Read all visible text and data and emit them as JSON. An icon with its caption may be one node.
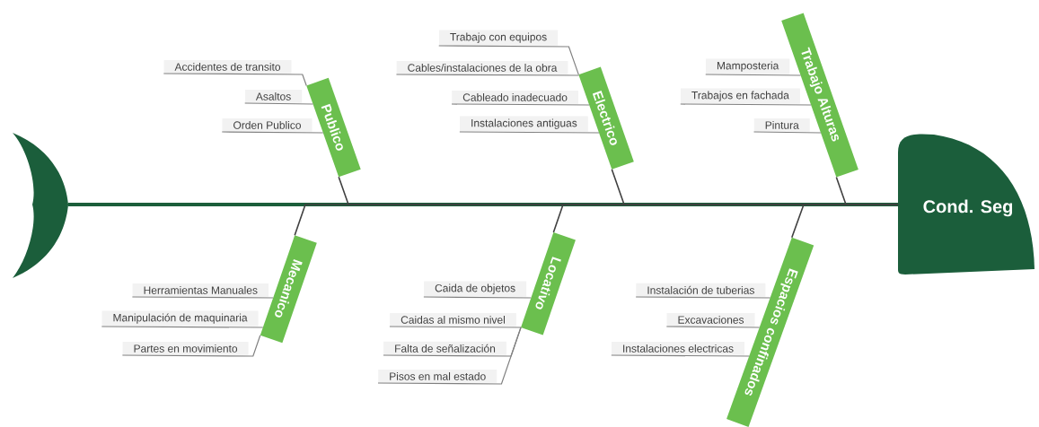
{
  "diagram": {
    "nodes": [
      {
        "text": [],
        "shape": "fin"
      },
      {
        "text": [
          "Publico"
        ]
      },
      {
        "text": [
          "Accidentes de transito"
        ]
      },
      {
        "text": [
          "Asaltos"
        ]
      },
      {
        "text": [
          "Orden Publico"
        ]
      },
      {
        "text": [
          "Electrico"
        ]
      },
      {
        "text": [
          "Trabajo con equipos"
        ]
      },
      {
        "text": [
          "Cables/instalaciones de la obra"
        ]
      },
      {
        "text": [
          "Cableado inadecuado"
        ]
      },
      {
        "text": [
          "Instalaciones antiguas"
        ]
      },
      {
        "text": [
          "Trabajo Alturas"
        ]
      },
      {
        "text": [
          "Mamposteria"
        ]
      },
      {
        "text": [
          "Trabajos en fachada"
        ]
      },
      {
        "text": [
          "Pintura"
        ]
      },
      {
        "text": [
          "Cond. Seg"
        ]
      },
      {
        "text": [
          "Mecanico"
        ]
      },
      {
        "text": [
          "Herramientas Manuales"
        ]
      },
      {
        "text": [
          "Manipulación de maquinaria"
        ]
      },
      {
        "text": [
          "Partes en movimiento"
        ]
      },
      {
        "text": [
          "Locativo"
        ]
      },
      {
        "text": [
          "Caida de objetos"
        ]
      },
      {
        "text": [
          "Caidas al mismo nivel"
        ]
      },
      {
        "text": [
          "Falta de señalización"
        ]
      },
      {
        "text": [
          "Pisos en mal estado"
        ]
      },
      {
        "text": [
          "Espacios confinados"
        ]
      },
      {
        "text": [
          "Instalación de tuberias"
        ]
      },
      {
        "text": [
          "Excavaciones"
        ]
      },
      {
        "text": [
          "Instalaciones electricas"
        ]
      }
    ],
    "edges": [
      {
        "from": 0,
        "to": 14,
        "arrow": "none",
        "style": "thick",
        "color": "#1b5e3b"
      },
      {
        "from": 2,
        "to": 1,
        "arrow": "none"
      },
      {
        "from": 3,
        "to": 1,
        "arrow": "none"
      },
      {
        "from": 4,
        "to": 1,
        "arrow": "none"
      },
      {
        "from": 6,
        "to": 5,
        "arrow": "none"
      },
      {
        "from": 7,
        "to": 5,
        "arrow": "none"
      },
      {
        "from": 8,
        "to": 5,
        "arrow": "none"
      },
      {
        "from": 9,
        "to": 5,
        "arrow": "none"
      },
      {
        "from": 11,
        "to": 10,
        "arrow": "none"
      },
      {
        "from": 12,
        "to": 10,
        "arrow": "none"
      },
      {
        "from": 13,
        "to": 10,
        "arrow": "none"
      },
      {
        "from": 16,
        "to": 15,
        "arrow": "none"
      },
      {
        "from": 17,
        "to": 15,
        "arrow": "none"
      },
      {
        "from": 18,
        "to": 15,
        "arrow": "none"
      },
      {
        "from": 20,
        "to": 19,
        "arrow": "none"
      },
      {
        "from": 21,
        "to": 19,
        "arrow": "none"
      },
      {
        "from": 22,
        "to": 19,
        "arrow": "none"
      },
      {
        "from": 23,
        "to": 19,
        "arrow": "none"
      },
      {
        "from": 25,
        "to": 24,
        "arrow": "none"
      },
      {
        "from": 26,
        "to": 24,
        "arrow": "none"
      },
      {
        "from": 27,
        "to": 24,
        "arrow": "none"
      },
      {
        "from": 1,
        "to": 14,
        "arrow": "none",
        "color": "#404040"
      },
      {
        "from": 5,
        "to": 14,
        "arrow": "none",
        "color": "#404040"
      },
      {
        "from": 10,
        "to": 14,
        "arrow": "none",
        "color": "#404040"
      },
      {
        "from": 15,
        "to": 14,
        "arrow": "none",
        "color": "#404040"
      },
      {
        "from": 19,
        "to": 14,
        "arrow": "none",
        "color": "#404040"
      },
      {
        "from": 24,
        "to": 14,
        "arrow": "none",
        "color": "#404040"
      }
    ]
  }
}
